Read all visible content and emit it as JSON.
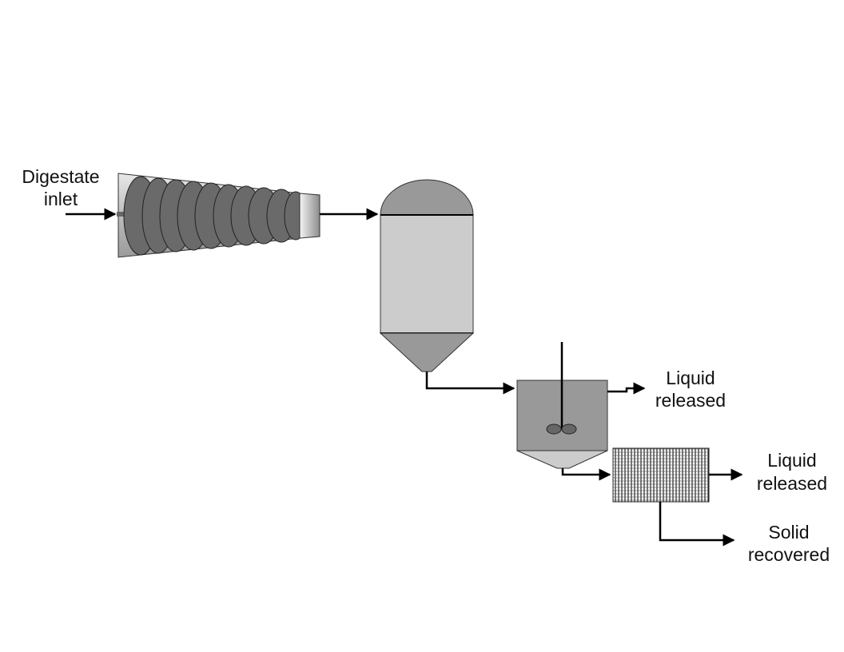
{
  "labels": {
    "inlet_line1": "Digestate",
    "inlet_line2": "inlet",
    "liquid1_line1": "Liquid",
    "liquid1_line2": "released",
    "liquid2_line1": "Liquid",
    "liquid2_line2": "released",
    "solid_line1": "Solid",
    "solid_line2": "recovered"
  },
  "colors": {
    "screw_casing": "#cfcfcf",
    "screw_flights": "#666666",
    "tank_body": "#cccccc",
    "tank_dome": "#999999",
    "tank_cone": "#999999",
    "mixer_body": "#999999",
    "mixer_cone": "#cccccc",
    "line": "#000000"
  },
  "icons": [
    "screw-press-icon",
    "settling-tank-icon",
    "stirred-tank-icon",
    "filter-screen-icon"
  ]
}
